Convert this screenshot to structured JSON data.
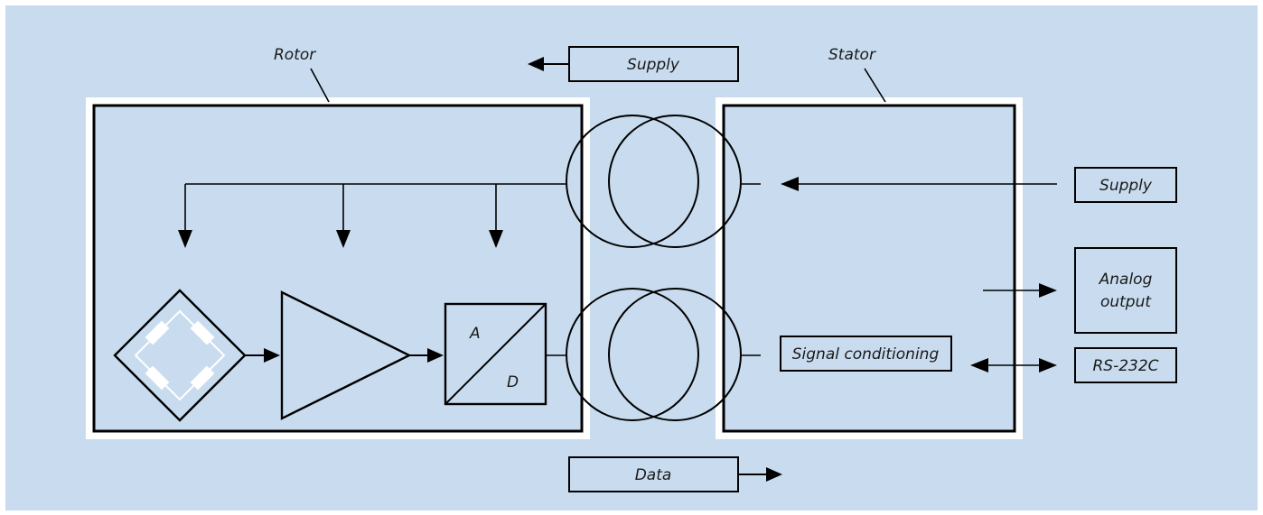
{
  "colors": {
    "background": "#c9dcef",
    "border": "#ffffff",
    "stroke": "#000000"
  },
  "labels": {
    "rotor": "Rotor",
    "stator": "Stator",
    "supply_top": "Supply",
    "supply_right": "Supply",
    "analog_output_line1": "Analog",
    "analog_output_line2": "output",
    "rs232c": "RS-232C",
    "signal_conditioning": "Signal conditioning",
    "data": "Data",
    "adc_a": "A",
    "adc_d": "D"
  },
  "icons": {
    "bridge": "strain-gauge-bridge-icon",
    "amplifier": "amplifier-triangle-icon",
    "transformer": "rotary-transformer-icon"
  }
}
